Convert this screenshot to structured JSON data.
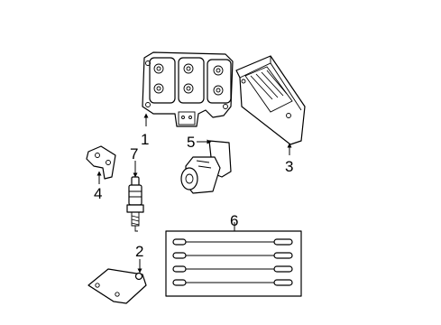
{
  "callouts": [
    {
      "id": "part-1",
      "text": "1"
    },
    {
      "id": "part-2",
      "text": "2"
    },
    {
      "id": "part-3",
      "text": "3"
    },
    {
      "id": "part-4",
      "text": "4"
    },
    {
      "id": "part-5",
      "text": "5"
    },
    {
      "id": "part-6",
      "text": "6"
    },
    {
      "id": "part-7",
      "text": "7"
    }
  ]
}
